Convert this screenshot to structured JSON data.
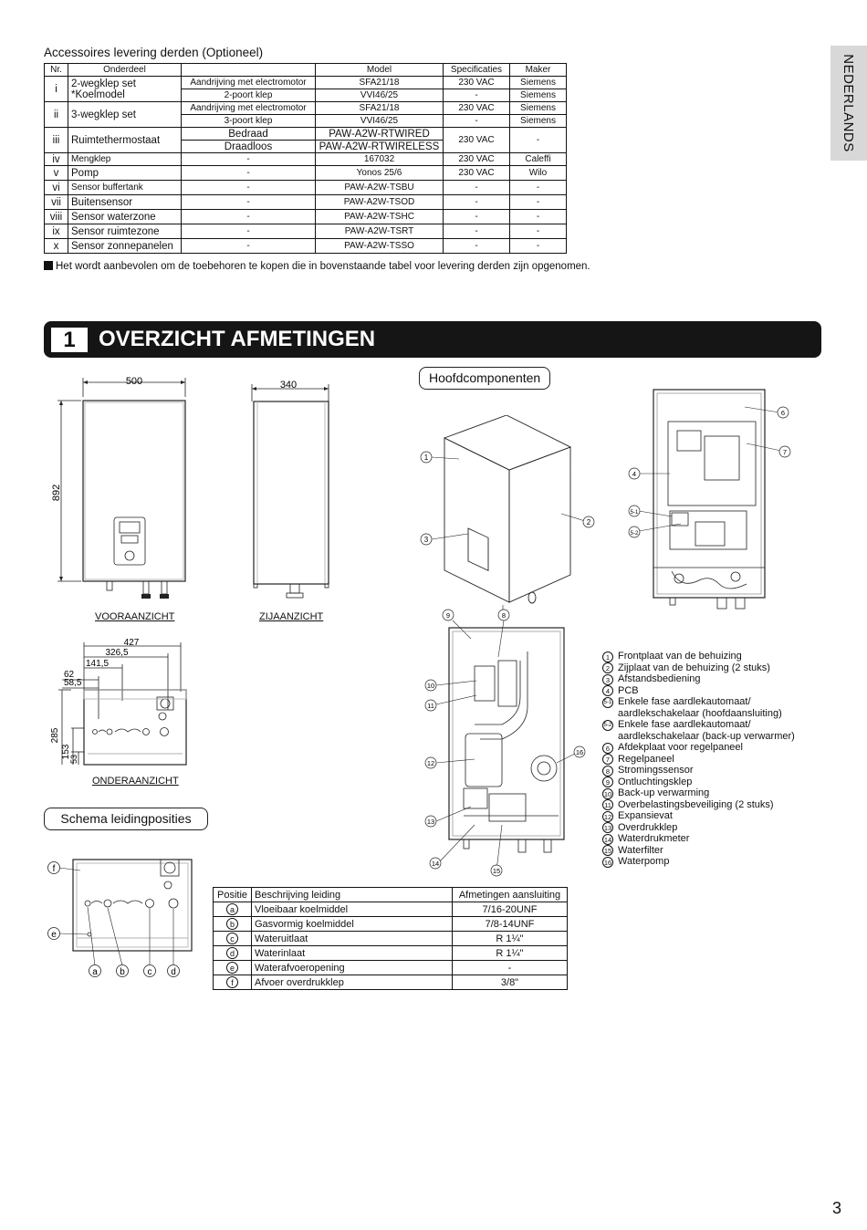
{
  "language_tab": "NEDERLANDS",
  "accessories": {
    "title": "Accessoires levering derden (Optioneel)",
    "headers": [
      "Nr.",
      "Onderdeel",
      "",
      "Model",
      "Specificaties",
      "Maker"
    ],
    "rows": {
      "i": {
        "nr": "i",
        "part": "2-wegklep set",
        "part2": "*Koelmodel",
        "sub1": "Aandrijving met electromotor",
        "sub2": "2-poort klep",
        "model1": "SFA21/18",
        "model2": "VVI46/25",
        "spec1": "230 VAC",
        "spec2": "-",
        "maker1": "Siemens",
        "maker2": "Siemens"
      },
      "ii": {
        "nr": "ii",
        "part": "3-wegklep set",
        "sub1": "Aandrijving met electromotor",
        "sub2": "3-poort klep",
        "model1": "SFA21/18",
        "model2": "VVI46/25",
        "spec1": "230 VAC",
        "spec2": "-",
        "maker1": "Siemens",
        "maker2": "Siemens"
      },
      "iii": {
        "nr": "iii",
        "part": "Ruimtethermostaat",
        "sub1": "Bedraad",
        "sub2": "Draadloos",
        "model1": "PAW-A2W-RTWIRED",
        "model2": "PAW-A2W-RTWIRELESS",
        "spec": "230 VAC",
        "maker": "-"
      },
      "iv": {
        "nr": "iv",
        "part": "Mengklep",
        "sub": "-",
        "model": "167032",
        "spec": "230 VAC",
        "maker": "Caleffi"
      },
      "v": {
        "nr": "v",
        "part": "Pomp",
        "sub": "-",
        "model": "Yonos 25/6",
        "spec": "230 VAC",
        "maker": "Wilo"
      },
      "vi": {
        "nr": "vi",
        "part": "Sensor buffertank",
        "sub": "-",
        "model": "PAW-A2W-TSBU",
        "spec": "-",
        "maker": "-"
      },
      "vii": {
        "nr": "vii",
        "part": "Buitensensor",
        "sub": "-",
        "model": "PAW-A2W-TSOD",
        "spec": "-",
        "maker": "-"
      },
      "viii": {
        "nr": "viii",
        "part": "Sensor waterzone",
        "sub": "-",
        "model": "PAW-A2W-TSHC",
        "spec": "-",
        "maker": "-"
      },
      "ix": {
        "nr": "ix",
        "part": "Sensor ruimtezone",
        "sub": "-",
        "model": "PAW-A2W-TSRT",
        "spec": "-",
        "maker": "-"
      },
      "x": {
        "nr": "x",
        "part": "Sensor zonnepanelen",
        "sub": "-",
        "model": "PAW-A2W-TSSO",
        "spec": "-",
        "maker": "-"
      }
    },
    "note": "Het wordt aanbevolen om de toebehoren te kopen die in bovenstaande tabel voor levering derden zijn opgenomen."
  },
  "section": {
    "number": "1",
    "title": "OVERZICHT AFMETINGEN"
  },
  "dimensions": {
    "front_width": "500",
    "front_height": "892",
    "side_depth": "340",
    "front_label": "VOORAANZICHT",
    "side_label": "ZIJAANZICHT",
    "bottom_label": "ONDERAANZICHT",
    "bottom": {
      "d427": "427",
      "d326": "326,5",
      "d141": "141,5",
      "d62": "62",
      "d58": "58,5",
      "d285": "285",
      "d153": "153",
      "d53": "53"
    }
  },
  "main_components": {
    "title": "Hoofdcomponenten",
    "marks": {
      "m1": "1",
      "m2": "2",
      "m3": "3",
      "m4": "4",
      "m5a": "5-1",
      "m5b": "5-2",
      "m6": "6",
      "m7": "7",
      "m8": "8",
      "m9": "9",
      "m10": "10",
      "m11": "11",
      "m12": "12",
      "m13": "13",
      "m14": "14",
      "m15": "15",
      "m16": "16"
    },
    "items": [
      {
        "num": "1",
        "text": "Frontplaat van de behuizing"
      },
      {
        "num": "2",
        "text": "Zijplaat van de behuizing (2 stuks)"
      },
      {
        "num": "3",
        "text": "Afstandsbediening"
      },
      {
        "num": "4",
        "text": "PCB"
      },
      {
        "num": "5-1",
        "text": "Enkele fase aardlekautomaat/ aardlekschakelaar (hoofdaansluiting)"
      },
      {
        "num": "5-2",
        "text": "Enkele fase aardlekautomaat/ aardlekschakelaar (back-up verwarmer)"
      },
      {
        "num": "6",
        "text": "Afdekplaat voor regelpaneel"
      },
      {
        "num": "7",
        "text": "Regelpaneel"
      },
      {
        "num": "8",
        "text": "Stromingssensor"
      },
      {
        "num": "9",
        "text": "Ontluchtingsklep"
      },
      {
        "num": "10",
        "text": "Back-up verwarming"
      },
      {
        "num": "11",
        "text": "Overbelastingsbeveiliging (2 stuks)"
      },
      {
        "num": "12",
        "text": "Expansievat"
      },
      {
        "num": "13",
        "text": "Overdrukklep"
      },
      {
        "num": "14",
        "text": "Waterdrukmeter"
      },
      {
        "num": "15",
        "text": "Waterfilter"
      },
      {
        "num": "16",
        "text": "Waterpomp"
      }
    ]
  },
  "pipe_schema": {
    "title": "Schema leidingposities",
    "headers": [
      "Positie",
      "Beschrijving leiding",
      "Afmetingen aansluiting"
    ],
    "letters": {
      "a": "a",
      "b": "b",
      "c": "c",
      "d": "d",
      "e": "e",
      "f": "f"
    },
    "rows": [
      {
        "pos": "a",
        "desc": "Vloeibaar koelmiddel",
        "size": "7/16-20UNF"
      },
      {
        "pos": "b",
        "desc": "Gasvormig koelmiddel",
        "size": "7/8-14UNF"
      },
      {
        "pos": "c",
        "desc": "Wateruitlaat",
        "size": "R 1¼\""
      },
      {
        "pos": "d",
        "desc": "Waterinlaat",
        "size": "R 1¼\""
      },
      {
        "pos": "e",
        "desc": "Waterafvoeropening",
        "size": "-"
      },
      {
        "pos": "f",
        "desc": "Afvoer overdrukklep",
        "size": "3/8\""
      }
    ]
  },
  "page_number": "3"
}
